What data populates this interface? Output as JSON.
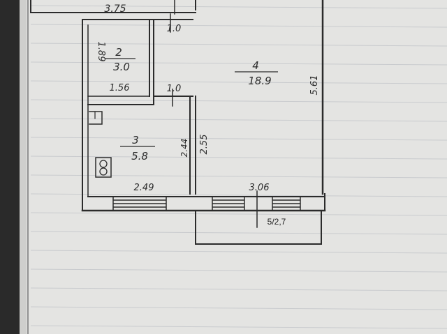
{
  "colors": {
    "paper": "#e4e4e2",
    "rule_line": "#c9cbce",
    "ink": "#2b2b2b",
    "shadow": "#2a2a2a"
  },
  "rooms": [
    {
      "number": "2",
      "area": "3.0"
    },
    {
      "number": "3",
      "area": "5.8"
    },
    {
      "number": "4",
      "area": "18.9"
    }
  ],
  "dimensions": {
    "top_room_width": "3.75",
    "corridor_top": "1.0",
    "corridor_bottom": "1.0",
    "room2_height": "1.89",
    "room2_width": "1.56",
    "room3_width": "2.49",
    "room3_height": "2.44",
    "wall_3_4": "2.55",
    "room4_width": "3.06",
    "room4_height": "5.61"
  },
  "balcony": {
    "label": "5/2,7"
  }
}
